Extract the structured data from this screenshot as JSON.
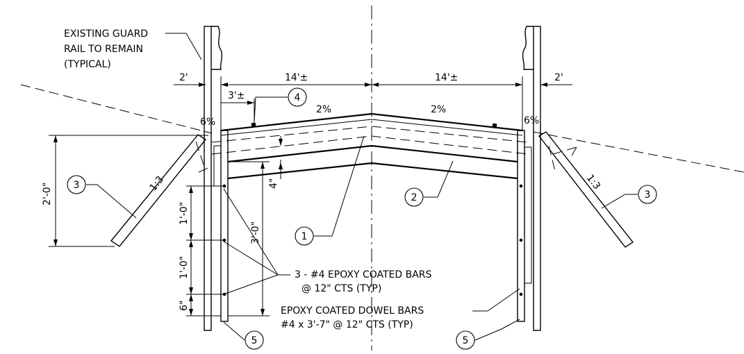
{
  "notes": {
    "guard_rail": [
      "EXISTING GUARD",
      "RAIL TO REMAIN",
      "(TYPICAL)"
    ],
    "bars": [
      "3 - #4 EPOXY COATED BARS",
      "@ 12\" CTS (TYP)"
    ],
    "dowels": [
      "EPOXY COATED DOWEL BARS",
      "#4 x 3'-7\" @ 12\" CTS  (TYP)"
    ]
  },
  "dimensions": {
    "left_offset": "2'",
    "right_offset": "2'",
    "left_lane": "14'±",
    "right_lane": "14'±",
    "three_ft": "3'±",
    "left_grade": "2%",
    "right_grade": "2%",
    "left_shoulder": "6%",
    "right_shoulder": "6%",
    "left_slope": "1:3",
    "right_slope": "1:3",
    "height_2ft": "2'-0\"",
    "depth_4in": "4\"",
    "depth_3ft": "3'-0\"",
    "spacing_top": "1'-0\"",
    "spacing_mid": "1'-0\"",
    "spacing_bottom": "6\""
  },
  "callouts": {
    "c1": "1",
    "c2": "2",
    "c3_left": "3",
    "c3_right": "3",
    "c4": "4",
    "c5_left": "5",
    "c5_right": "5"
  }
}
